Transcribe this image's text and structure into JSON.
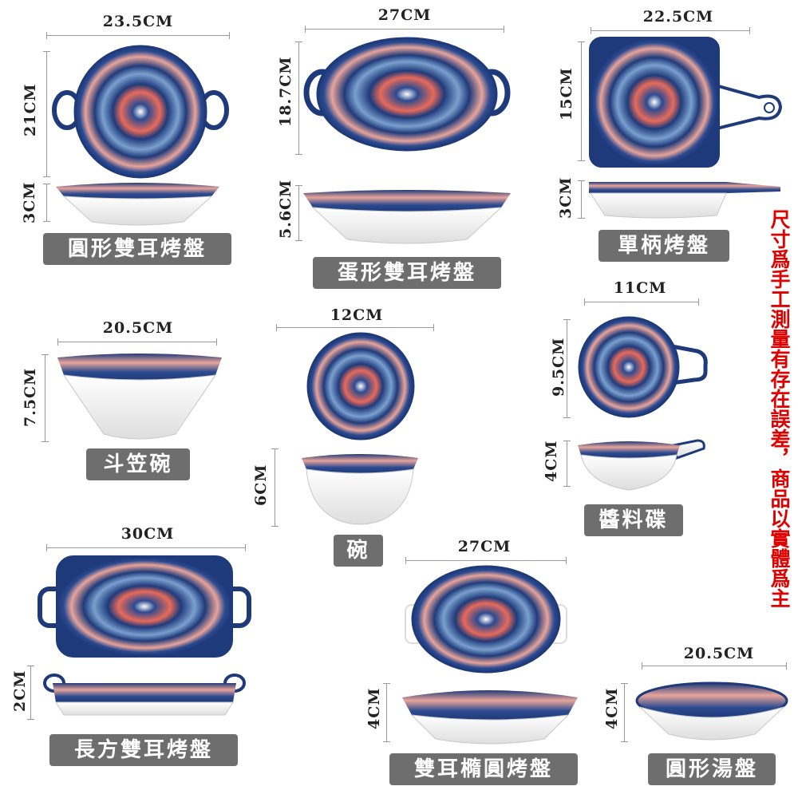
{
  "products": {
    "round_double_ear": {
      "name": "圓形雙耳烤盤",
      "width": "23.5CM",
      "depth": "21CM",
      "height": "3CM"
    },
    "egg_double_ear": {
      "name": "蛋形雙耳烤盤",
      "width": "27CM",
      "depth": "18.7CM",
      "height": "5.6CM"
    },
    "single_handle": {
      "name": "單柄烤盤",
      "width": "22.5CM",
      "depth": "15CM",
      "height": "3CM"
    },
    "douli_bowl": {
      "name": "斗笠碗",
      "width": "20.5CM",
      "height": "7.5CM"
    },
    "bowl": {
      "name": "碗",
      "width": "12CM",
      "height": "6CM"
    },
    "sauce_dish": {
      "name": "醬料碟",
      "width": "11CM",
      "depth": "9.5CM",
      "height": "4CM"
    },
    "rect_double_ear": {
      "name": "長方雙耳烤盤",
      "width": "30CM",
      "height": "2CM"
    },
    "oval_double_ear": {
      "name": "雙耳橢圓烤盤",
      "width": "27CM",
      "height": "4CM"
    },
    "round_soup": {
      "name": "圓形湯盤",
      "width": "20.5CM",
      "height": "4CM"
    }
  },
  "note": "尺寸爲手工測量有存在誤差，商品以實體爲主",
  "colors": {
    "navy": "#1f3a7a",
    "pink": "#e8a49a",
    "coral": "#e86a5a",
    "label_bg": "#6e6e6e",
    "note": "#e00000"
  }
}
